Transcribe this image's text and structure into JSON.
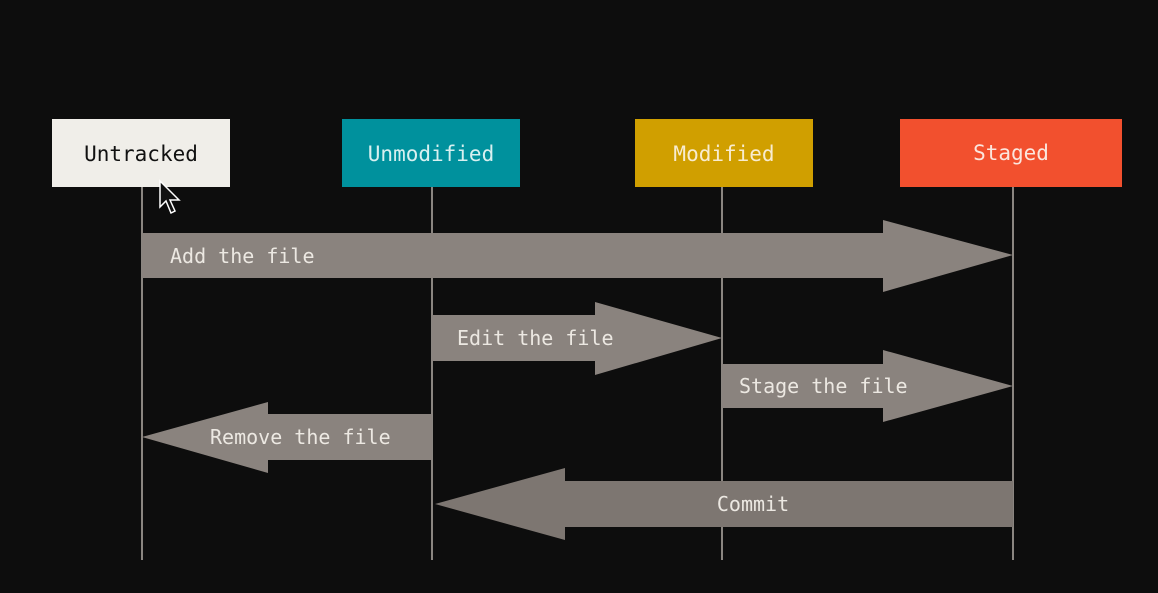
{
  "states": [
    {
      "label": "Untracked",
      "color": "#f0eee9",
      "text_color": "#111111"
    },
    {
      "label": "Unmodified",
      "color": "#00919d",
      "text_color": "#d8f0f0"
    },
    {
      "label": "Modified",
      "color": "#d09f00",
      "text_color": "#f8ecd0"
    },
    {
      "label": "Staged",
      "color": "#f2502e",
      "text_color": "#fbe6de"
    }
  ],
  "transitions": [
    {
      "label": "Add the file",
      "from": "Untracked",
      "to": "Staged"
    },
    {
      "label": "Edit the file",
      "from": "Unmodified",
      "to": "Modified"
    },
    {
      "label": "Stage the file",
      "from": "Modified",
      "to": "Staged"
    },
    {
      "label": "Remove the file",
      "from": "Unmodified",
      "to": "Untracked"
    },
    {
      "label": "Commit",
      "from": "Staged",
      "to": "Unmodified"
    }
  ],
  "colors": {
    "background": "#0d0d0d",
    "arrow": "#8a837e",
    "lifeline": "#8a8580"
  }
}
